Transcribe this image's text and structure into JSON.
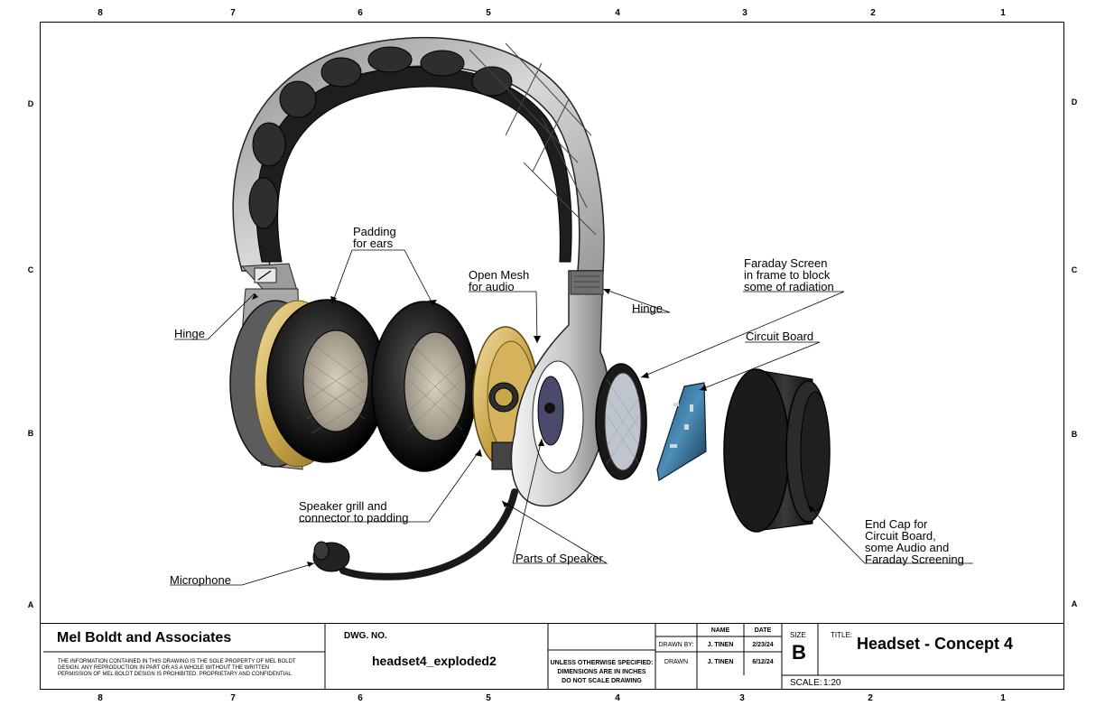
{
  "border": {
    "columns_top": [
      "8",
      "7",
      "6",
      "5",
      "4",
      "3",
      "2",
      "1"
    ],
    "columns_bottom": [
      "8",
      "7",
      "6",
      "5",
      "4",
      "3",
      "2",
      "1"
    ],
    "rows_left": [
      "D",
      "C",
      "B",
      "A"
    ],
    "rows_right": [
      "D",
      "C",
      "B",
      "A"
    ]
  },
  "callouts": {
    "padding": [
      "Padding",
      "for ears"
    ],
    "open_mesh": [
      "Open Mesh",
      "for audio"
    ],
    "faraday": [
      "Faraday Screen",
      "in frame to block",
      "some of radiation"
    ],
    "hinge_left": "Hinge",
    "hinge_right": "Hinge",
    "circuit_board": "Circuit Board",
    "speaker_grill": [
      "Speaker grill and",
      "connector to padding"
    ],
    "parts_speaker": "Parts of Speaker",
    "microphone": "Microphone",
    "end_cap": [
      "End Cap for",
      "Circuit Board,",
      "some Audio and",
      "Faraday Screening"
    ]
  },
  "title_block": {
    "company": "Mel Boldt and Associates",
    "notice": [
      "THE INFORMATION CONTAINED IN THIS DRAWING IS THE SOLE PROPERTY OF MEL BOLDT",
      "DESIGN.  ANY REPRODUCTION IN PART OR AS A WHOLE WITHOUT THE WRITTEN",
      "PERMISSION OF MEL BOLDT DESIGN IS PROHIBITED. PROPRIETARY AND CONFIDENTIAL"
    ],
    "dwg_no_label": "DWG.  NO.",
    "dwg_no": "headset4_exploded2",
    "unless_lines": [
      "UNLESS OTHERWISE SPECIFIED:",
      "DIMENSIONS ARE IN INCHES",
      "DO NOT SCALE DRAWING"
    ],
    "name_header": "NAME",
    "date_header": "DATE",
    "drawn_by_label": "DRAWN BY:",
    "drawn_by_name": "J. TINEN",
    "drawn_by_date": "2/23/24",
    "drawn_label": "DRAWN",
    "drawn_name": "J. TINEN",
    "drawn_date": "6/12/24",
    "size_label": "SIZE",
    "size_value": "B",
    "title_label": "TITLE:",
    "title_value": "Headset - Concept 4",
    "scale_label": "SCALE:",
    "scale_value": "1:20"
  }
}
